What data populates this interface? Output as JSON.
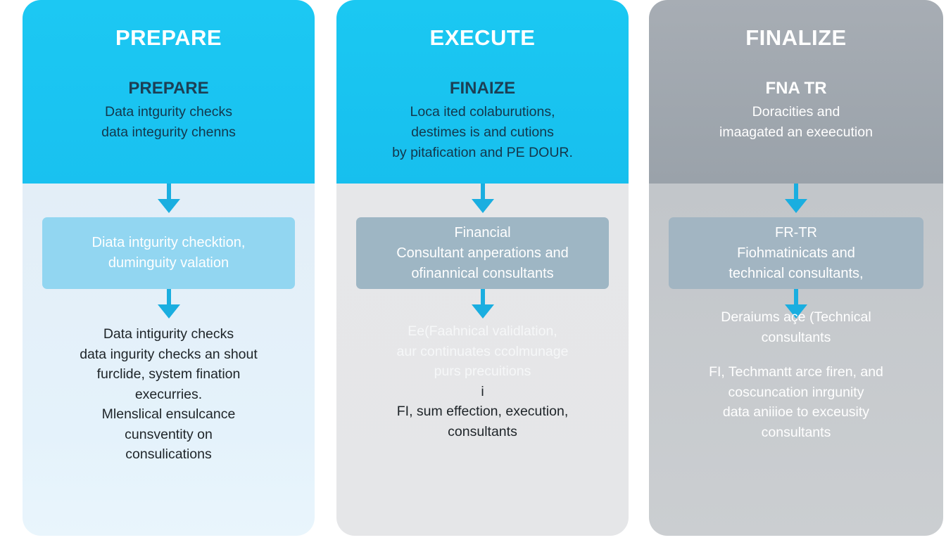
{
  "columns": [
    {
      "key": "prepare",
      "title": "PREPARE",
      "subtitle": "PREPARE",
      "desc": [
        "Data intgurity checks",
        "data integurity chenns"
      ],
      "box": [
        "Diata intgurity checktion,",
        "duminguity valation"
      ],
      "notes": [
        "Data intigurity checks",
        "data ingurity checks an shout",
        "furclide, system fination",
        "execurries.",
        "Mlenslical ensulcance",
        "cunsventity on",
        "consulications"
      ]
    },
    {
      "key": "execute",
      "title": "EXECUTE",
      "subtitle": "FINAIZE",
      "desc": [
        "Loca ited colaburutions,",
        "destimes is and cutions",
        "by pitafication and PE DOUR."
      ],
      "box": [
        "Financial",
        "Consultant anperations and",
        "ofinannical consultants"
      ],
      "notes_muted": [
        "Ee(Faahnical validlation,",
        "aur continuates ccolmunage",
        "purs precuitions"
      ],
      "notes_mark": "i",
      "notes": [
        "FI, sum effection, execution,",
        "consultants"
      ]
    },
    {
      "key": "finalize",
      "title": "FINALIZE",
      "subtitle": "FNA TR",
      "desc": [
        "Doracities and",
        "imaagated an exeecution"
      ],
      "box": [
        "FR-TR",
        "Fiohmatinicats and",
        "technical consultants,"
      ],
      "notes_group1": [
        "Deraiums açe (Technical",
        "consultants"
      ],
      "notes_group2": [
        "FI, Techmantt arce firen, and",
        "coscuncation inrgunity",
        "data aniiioe to exceusity",
        "consultants"
      ]
    }
  ],
  "colors": {
    "accent_blue": "#1cc8f3",
    "arrow_blue": "#1aaee0",
    "finalize_gray": "#a7adb4"
  }
}
